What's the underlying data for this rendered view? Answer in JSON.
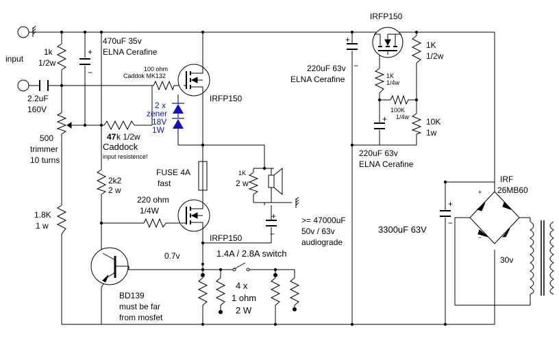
{
  "labels": {
    "input": "input",
    "r_in": "1k",
    "r_in_w": "1/2w",
    "c_in": "2.2uF",
    "c_in_v": "160V",
    "trim": "500",
    "trim2": "trimmer",
    "trim3": "10 turns",
    "c470": "470uF 35v",
    "c470_b": "ELNA Cerafine",
    "r100": "100 ohm",
    "r100_b": "Caddok MK132",
    "q1": "IRFP150",
    "zener1": "2 x",
    "zener2": "zener",
    "zener3": "18V",
    "zener4": "1W",
    "r47_a": "47",
    "r47_b": " k 1/2w",
    "caddock": "Caddock",
    "input_res": "input resistence!",
    "r2k2": "2k2",
    "r2k2_w": "2 w",
    "fuse": "FUSE 4A",
    "fuse_b": "fast",
    "r1k_spk": "1K",
    "r1k_spk_w": "2 w",
    "r220": "220 ohm",
    "r220_w": "1/4W",
    "q2": "IRFP150",
    "c47000": ">= 47000uF",
    "c47000_b": "50v / 63v",
    "c47000_c": "audiograde",
    "r18k": "1.8K",
    "r18k_w": "1 w",
    "v07": "0.7v",
    "switch": "1.4A / 2.8A switch",
    "bd139": "BD139",
    "bd139_b": "must be far",
    "bd139_c": "from mosfet",
    "r4x": "4 x",
    "r4x_b": "1 ohm",
    "r4x_c": "2 W",
    "q3": "IRFP150",
    "c220_top": "220uF 63v",
    "c220_top_b": "ELNA Cerafine",
    "r1k_top": "1K",
    "r1k_top_w": "1/2w",
    "r1k_small": "1K",
    "r1k_small_w": "1/4w",
    "r100k": "100K",
    "r100k_w": "1/4w",
    "r10k": "10K",
    "r10k_w": "1w",
    "c220_bot": "220uF 63v",
    "c220_bot_b": "ELNA Cerafine",
    "c3300": "3300uF 63V",
    "bridge": "IRF",
    "bridge_b": "26MB60",
    "v30": "30v"
  },
  "colors": {
    "wire": "#000000",
    "zener": "#1010c8"
  }
}
